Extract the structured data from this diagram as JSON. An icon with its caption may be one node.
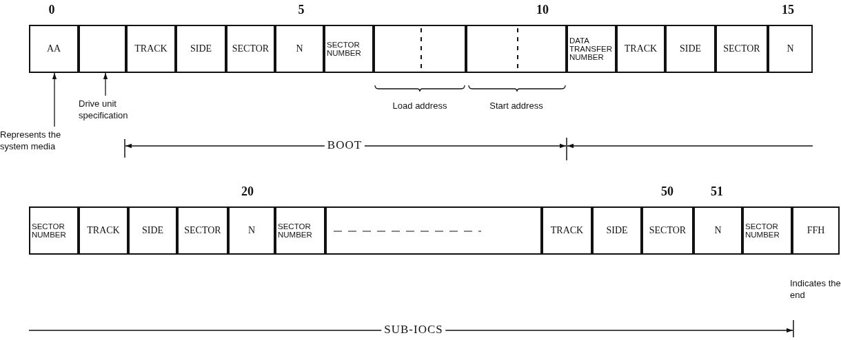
{
  "diagram": {
    "nodes": [
      {
        "text": [
          "AA"
        ]
      },
      {
        "text": [],
        "shape": "box"
      },
      {
        "text": [
          "TRACK"
        ]
      },
      {
        "text": [
          "SIDE"
        ]
      },
      {
        "text": [
          "SECTOR"
        ]
      },
      {
        "text": [
          "N"
        ]
      },
      {
        "text": [
          "SECTOR NUMBER"
        ]
      },
      {
        "text": [],
        "shape": "box",
        "beside": [
          "Load address"
        ]
      },
      {
        "text": [],
        "shape": "box",
        "beside": [
          "Start address"
        ]
      },
      {
        "text": [
          "DATA TRANSFER NUMBER"
        ]
      },
      {
        "text": [
          "TRACK"
        ]
      },
      {
        "text": [
          "SIDE"
        ]
      },
      {
        "text": [
          "SECTOR"
        ]
      },
      {
        "text": [
          "N"
        ]
      },
      {
        "text": [
          "Drive unit specification"
        ]
      },
      {
        "text": [
          "Represents the system media"
        ]
      },
      {
        "text": [
          "SECTOR NUMBER"
        ]
      },
      {
        "text": [
          "TRACK"
        ]
      },
      {
        "text": [
          "SIDE"
        ]
      },
      {
        "text": [
          "SECTOR"
        ]
      },
      {
        "text": [
          "N"
        ]
      },
      {
        "text": [
          "SECTOR NUMBER"
        ]
      },
      {
        "text": [],
        "shape": "box"
      },
      {
        "text": [
          "TRACK"
        ]
      },
      {
        "text": [
          "SIDE"
        ]
      },
      {
        "text": [
          "SECTOR"
        ]
      },
      {
        "text": [
          "N"
        ]
      },
      {
        "text": [
          "SECTOR NUMBER"
        ]
      },
      {
        "text": [
          "FFH"
        ],
        "beside": [
          "Indicates the end"
        ]
      }
    ],
    "edges": [
      {
        "from": 15,
        "to": 0,
        "arrow": "to"
      },
      {
        "from": 14,
        "to": 1,
        "arrow": "to"
      }
    ],
    "labels": [
      "0",
      "5",
      "10",
      "15",
      "BOOT",
      "20",
      "50",
      "51",
      "SUB-IOCS"
    ]
  }
}
